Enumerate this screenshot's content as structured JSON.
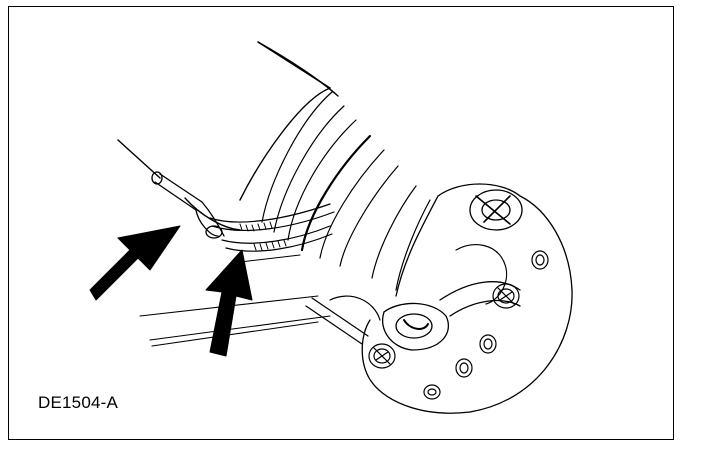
{
  "figure": {
    "label": "DE1504-A"
  },
  "colors": {
    "ink": "#000000",
    "paper": "#ffffff"
  },
  "callouts": [
    {
      "name": "arrow-to-clamp-bolt",
      "target": "clamp-screw"
    },
    {
      "name": "arrow-to-clamp-band",
      "target": "clamp-band"
    }
  ]
}
